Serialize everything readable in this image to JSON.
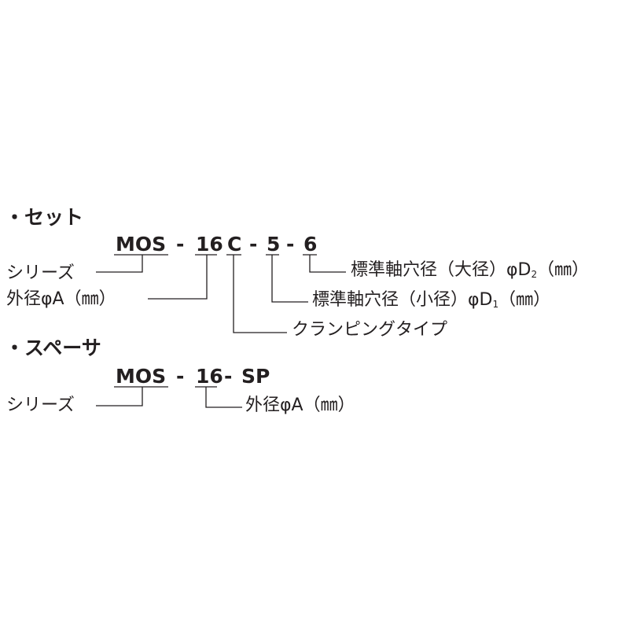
{
  "set": {
    "heading": "・セット",
    "code": {
      "series": "MOS",
      "sep1": "-",
      "size": "16",
      "clamp": "C",
      "sep2": "-",
      "d1": "5",
      "sep3": "-",
      "d2": "6"
    },
    "labels": {
      "series": "シリーズ",
      "outer_diameter": "外径φA（㎜）",
      "d2": {
        "text": "標準軸穴径（大径）φD",
        "sub": "2",
        "unit": "（㎜）"
      },
      "d1": {
        "text": "標準軸穴径（小径）φD",
        "sub": "1",
        "unit": "（㎜）"
      },
      "clamp_type": "クランピングタイプ"
    }
  },
  "spacer": {
    "heading": "・スペーサ",
    "code": {
      "series": "MOS",
      "sep1": "-",
      "size": "16",
      "sep2": "-",
      "sp": "SP"
    },
    "labels": {
      "series": "シリーズ",
      "outer_diameter": "外径φA（㎜）"
    }
  },
  "colors": {
    "text": "#231f20",
    "line": "#231f20"
  }
}
